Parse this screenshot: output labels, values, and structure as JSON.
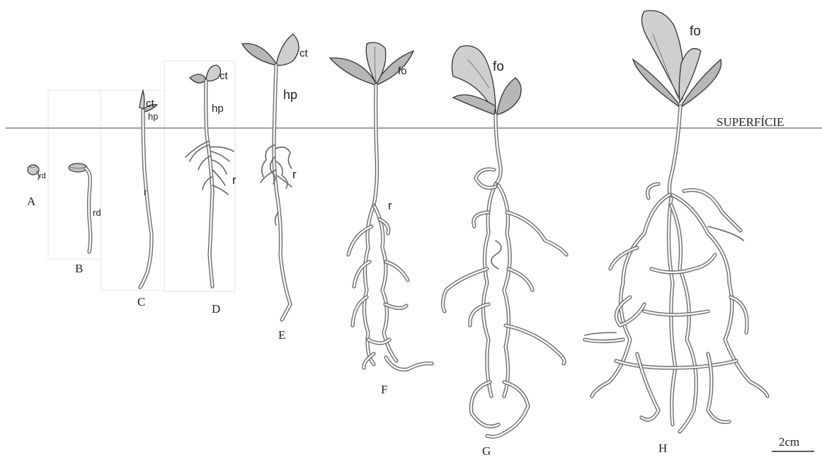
{
  "surface_label": "SUPERFÍCIE",
  "scale_label": "2cm",
  "stages": {
    "A": {
      "letter": "A",
      "rd": "rd"
    },
    "B": {
      "letter": "B",
      "rd": "rd"
    },
    "C": {
      "letter": "C",
      "ct": "ct",
      "hp": "hp",
      "r": "r"
    },
    "D": {
      "letter": "D",
      "ct": "ct",
      "hp": "hp",
      "r": "r"
    },
    "E": {
      "letter": "E",
      "ct": "ct",
      "hp": "hp",
      "r": "r"
    },
    "F": {
      "letter": "F",
      "fo": "fo",
      "r": "r"
    },
    "G": {
      "letter": "G",
      "fo": "fo"
    },
    "H": {
      "letter": "H",
      "fo": "fo"
    }
  }
}
